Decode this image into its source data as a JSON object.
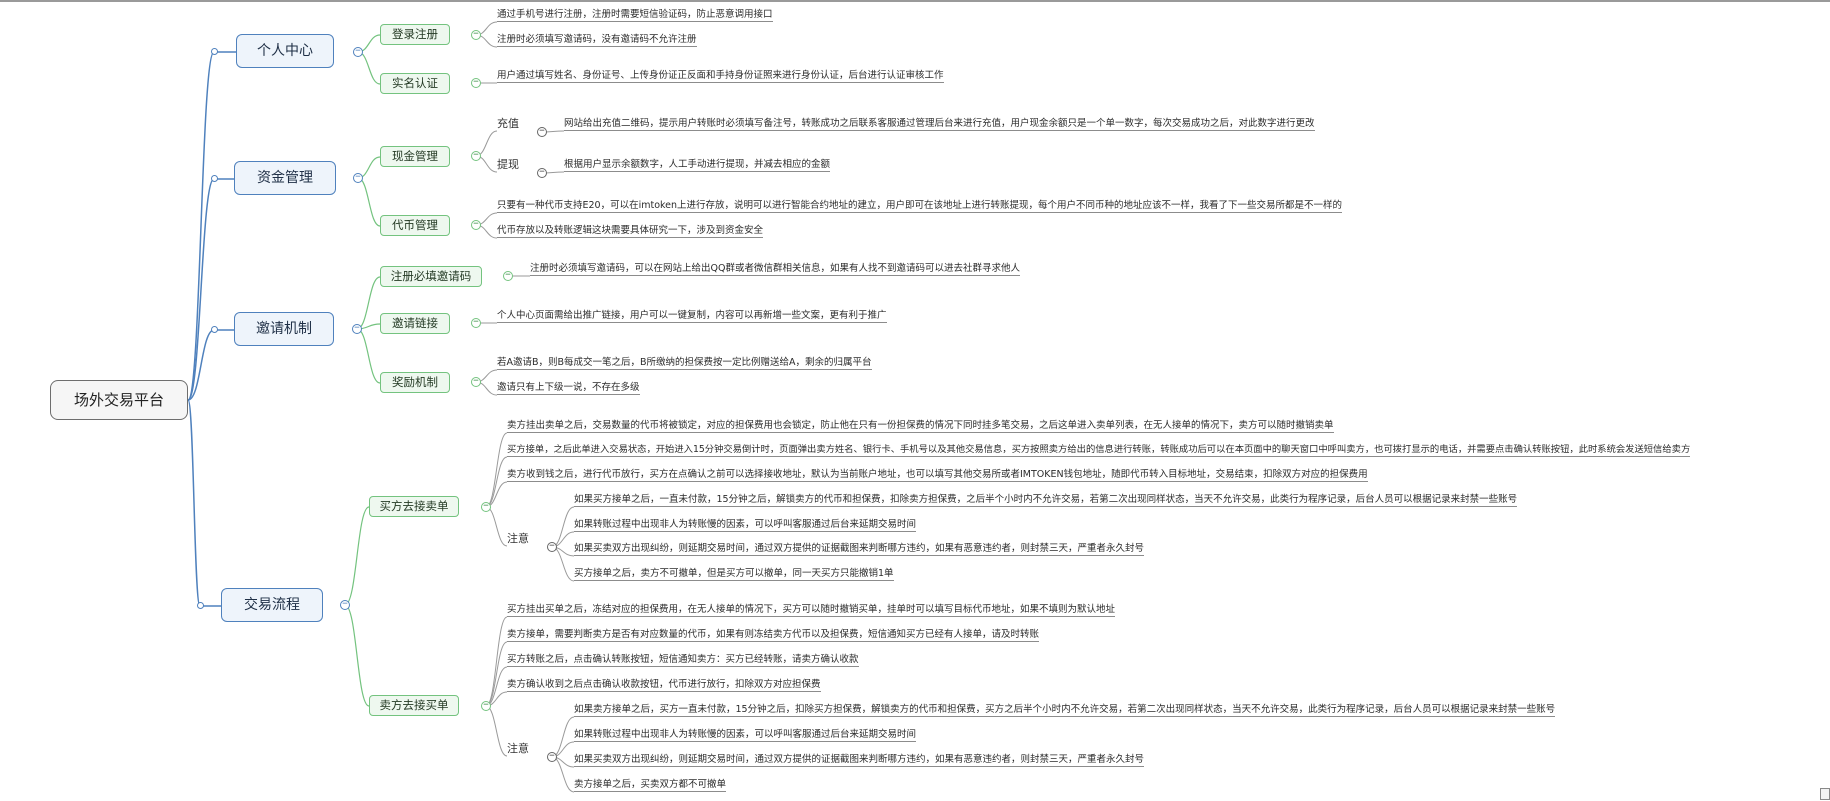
{
  "root": "场外交易平台",
  "colors": {
    "branch": "#4f81bd",
    "sub": "#74c37f",
    "leaf_line": "#8c8c8c"
  },
  "collapse_glyph": "−",
  "sections": [
    {
      "label": "个人中心",
      "children": [
        {
          "label": "登录注册",
          "items": [
            "通过手机号进行注册，注册时需要短信验证码，防止恶意调用接口",
            "注册时必须填写邀请码，没有邀请码不允许注册"
          ]
        },
        {
          "label": "实名认证",
          "items": [
            "用户通过填写姓名、身份证号、上传身份证正反面和手持身份证照来进行身份认证，后台进行认证审核工作"
          ]
        }
      ]
    },
    {
      "label": "资金管理",
      "children": [
        {
          "label": "现金管理",
          "groups": [
            {
              "label": "充值",
              "items": [
                "网站给出充值二维码，提示用户转账时必须填写备注号，转账成功之后联系客服通过管理后台来进行充值，用户现金余额只是一个单一数字，每次交易成功之后，对此数字进行更改"
              ]
            },
            {
              "label": "提现",
              "items": [
                "根据用户显示余额数字，人工手动进行提现，并减去相应的金额"
              ]
            }
          ]
        },
        {
          "label": "代币管理",
          "items": [
            "只要有一种代币支持E20，可以在imtoken上进行存放，说明可以进行智能合约地址的建立，用户即可在该地址上进行转账提现，每个用户不同币种的地址应该不一样，我看了下一些交易所都是不一样的",
            "代币存放以及转账逻辑这块需要具体研究一下，涉及到资金安全"
          ]
        }
      ]
    },
    {
      "label": "邀请机制",
      "children": [
        {
          "label": "注册必填邀请码",
          "items": [
            "注册时必须填写邀请码，可以在网站上给出QQ群或者微信群相关信息，如果有人找不到邀请码可以进去社群寻求他人"
          ]
        },
        {
          "label": "邀请链接",
          "items": [
            "个人中心页面需给出推广链接，用户可以一键复制，内容可以再新增一些文案，更有利于推广"
          ]
        },
        {
          "label": "奖励机制",
          "items": [
            "若A邀请B，则B每成交一笔之后，B所缴纳的担保费按一定比例赠送给A，剩余的归属平台",
            "邀请只有上下级一说，不存在多级"
          ]
        }
      ]
    },
    {
      "label": "交易流程",
      "children": [
        {
          "label": "买方去接卖单",
          "items": [
            "卖方挂出卖单之后，交易数量的代币将被锁定，对应的担保费用也会锁定，防止他在只有一份担保费的情况下同时挂多笔交易，之后这单进入卖单列表，在无人接单的情况下，卖方可以随时撤销卖单",
            "买方接单，之后此单进入交易状态，开始进入15分钟交易倒计时，页面弹出卖方姓名、银行卡、手机号以及其他交易信息，买方按照卖方给出的信息进行转账，转账成功后可以在本页面中的聊天窗口中呼叫卖方，也可拨打显示的电话，并需要点击确认转账按钮，此时系统会发送短信给卖方",
            "卖方收到钱之后，进行代币放行，买方在点确认之前可以选择接收地址，默认为当前账户地址，也可以填写其他交易所或者IMTOKEN钱包地址，随即代币转入目标地址，交易结束，扣除双方对应的担保费用"
          ],
          "note": {
            "label": "注意",
            "items": [
              "如果买方接单之后，一直未付款，15分钟之后，解锁卖方的代币和担保费，扣除卖方担保费，之后半个小时内不允许交易，若第二次出现同样状态，当天不允许交易，此类行为程序记录，后台人员可以根据记录来封禁一些账号",
              "如果转账过程中出现非人为转账慢的因素，可以呼叫客服通过后台来延期交易时间",
              "如果买卖双方出现纠纷，则延期交易时间，通过双方提供的证据截图来判断哪方违约，如果有恶意违约者，则封禁三天，严重者永久封号",
              "买方接单之后，卖方不可撤单，但是买方可以撤单，同一天买方只能撤销1单"
            ]
          }
        },
        {
          "label": "卖方去接买单",
          "items": [
            "买方挂出买单之后，冻结对应的担保费用，在无人接单的情况下，买方可以随时撤销买单，挂单时可以填写目标代币地址，如果不填则为默认地址",
            "卖方接单，需要判断卖方是否有对应数量的代币，如果有则冻结卖方代币以及担保费，短信通知买方已经有人接单，请及时转账",
            "买方转账之后，点击确认转账按钮，短信通知卖方：买方已经转账，请卖方确认收款",
            "卖方确认收到之后点击确认收款按钮，代币进行放行，扣除双方对应担保费"
          ],
          "note": {
            "label": "注意",
            "items": [
              "如果卖方接单之后，买方一直未付款，15分钟之后，扣除买方担保费，解锁卖方的代币和担保费，买方之后半个小时内不允许交易，若第二次出现同样状态，当天不允许交易，此类行为程序记录，后台人员可以根据记录来封禁一些账号",
              "如果转账过程中出现非人为转账慢的因素，可以呼叫客服通过后台来延期交易时间",
              "如果买卖双方出现纠纷，则延期交易时间，通过双方提供的证据截图来判断哪方违约，如果有恶意违约者，则封禁三天，严重者永久封号",
              "卖方接单之后，买卖双方都不可撤单"
            ]
          }
        }
      ]
    }
  ]
}
